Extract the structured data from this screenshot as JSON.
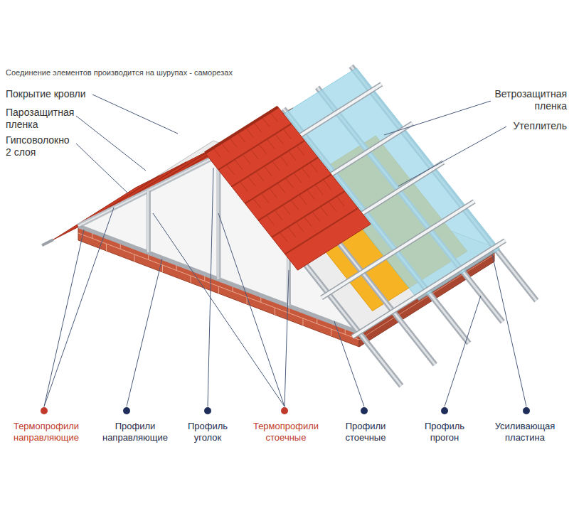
{
  "diagram": {
    "title": "Соединение элементов производится на шурупах - саморезах",
    "labels": [
      "Покрытие кровли",
      "Парозащитная пленка",
      "Гипсоволокно 2 слоя",
      "Ветрозащитная пленка",
      "Утеплитель",
      "Термопрофили направляющие",
      "Профили направляющие",
      "Профиль уголок",
      "Термопрофили стоечные",
      "Профили стоечные",
      "Профиль прогон",
      "Усиливающая пластина"
    ]
  }
}
